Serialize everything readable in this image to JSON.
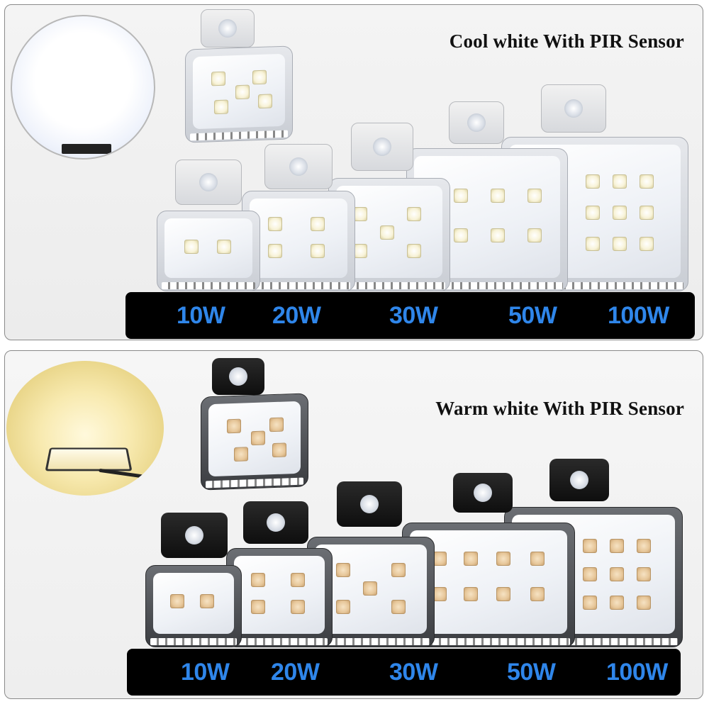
{
  "panels": {
    "cool": {
      "title": "Cool white With PIR Sensor",
      "wattages": [
        "10W",
        "20W",
        "30W",
        "50W",
        "100W"
      ]
    },
    "warm": {
      "title": "Warm white With PIR Sensor",
      "wattages": [
        "10W",
        "20W",
        "30W",
        "50W",
        "100W"
      ]
    }
  },
  "colors": {
    "wattage_text": "#2f86ea",
    "label_bar": "#000000",
    "cool_housing": "#e6e8ec",
    "warm_housing": "#4a4c50"
  }
}
